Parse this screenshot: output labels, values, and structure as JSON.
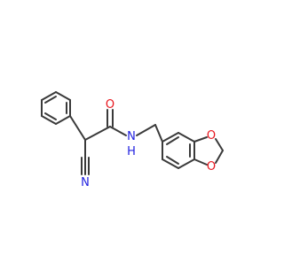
{
  "molecule": {
    "atom_labels": {
      "carbonyl_oxygen": "O",
      "amide_nitrogen": "N",
      "amide_hydrogen": "H",
      "nitrile_nitrogen": "N",
      "dioxole_oxygen_top": "O",
      "dioxole_oxygen_bottom": "O"
    },
    "colors": {
      "bond": "#3a3a3a",
      "oxygen": "#e8141c",
      "nitrogen": "#2020e0",
      "background": "#ffffff"
    }
  }
}
